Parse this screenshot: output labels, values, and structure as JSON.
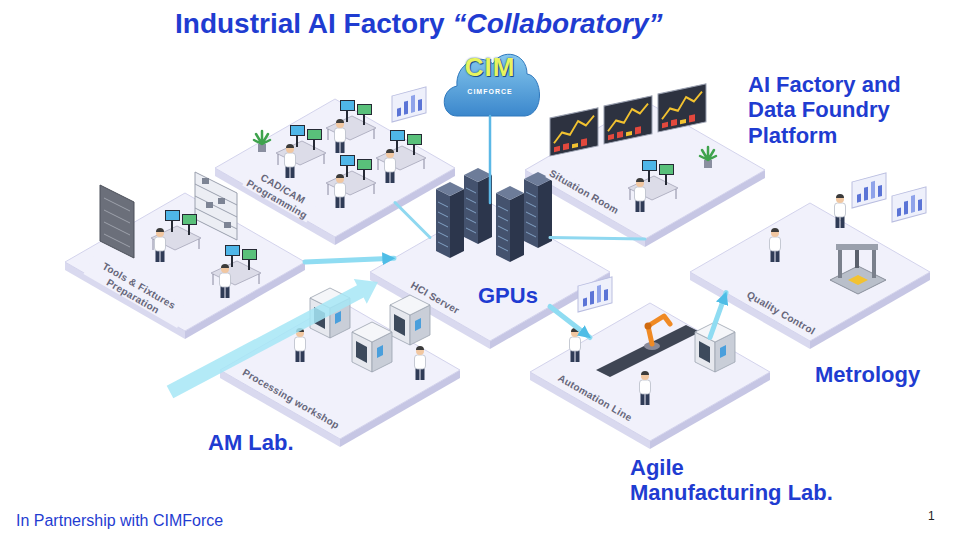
{
  "diagram": {
    "title": "Industrial AI Factory “Collaboratory”",
    "nodes": [
      {
        "text": [
          "CAD/CAM Programming"
        ]
      },
      {
        "text": [
          "CIM",
          "CIMFORCE"
        ]
      },
      {
        "text": [
          "AI Factory and Data Foundry Platform",
          "Situation Room"
        ]
      },
      {
        "text": [
          "Tools & Fixtures Preparation"
        ]
      },
      {
        "text": [
          "GPUs",
          "HCI Server"
        ]
      },
      {
        "text": [
          "Metrology",
          "Quality Control"
        ]
      },
      {
        "text": [
          "AM Lab.",
          "Processing workshop"
        ]
      },
      {
        "text": [
          "Agile Manufacturing Lab.",
          "Automation Line"
        ]
      }
    ],
    "edges": [
      {
        "from": 1,
        "to": 4,
        "arrow": "none"
      },
      {
        "from": 0,
        "to": 4,
        "arrow": "none"
      },
      {
        "from": 3,
        "to": 4,
        "arrow": "to"
      },
      {
        "from": 4,
        "to": 2,
        "arrow": "none"
      },
      {
        "from": 4,
        "to": 7,
        "arrow": "to"
      },
      {
        "from": 7,
        "to": 5,
        "arrow": "to"
      }
    ],
    "labels": [
      "In Partnership with CIMForce",
      "1"
    ]
  }
}
